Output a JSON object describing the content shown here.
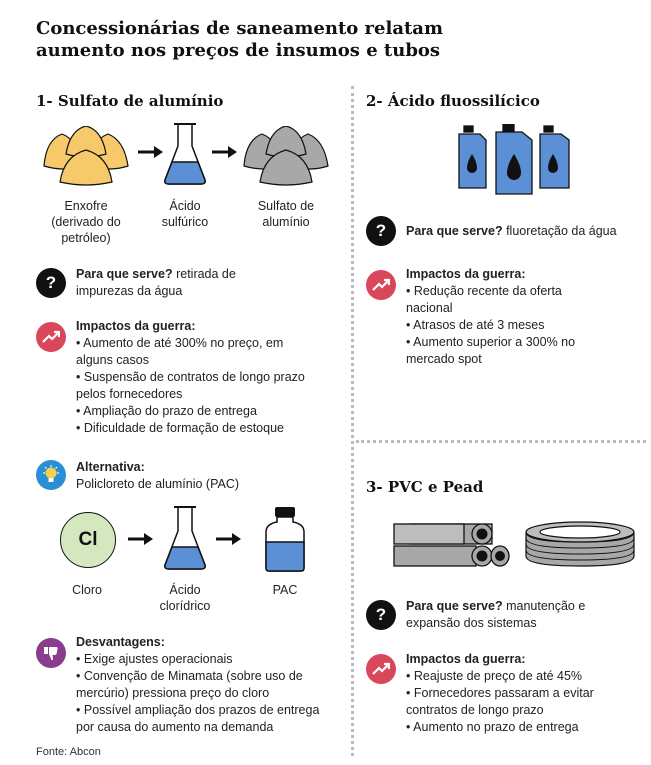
{
  "title": "Concessionárias de saneamento relatam aumento nos preços de insumos e tubos",
  "section1": {
    "heading": "1- Sulfato de alumínio",
    "labels": {
      "enxofre": "Enxofre (derivado do petróleo)",
      "acido": "Ácido sulfúrico",
      "sulfato": "Sulfato de alumínio"
    },
    "para_que_serve_label": "Para que serve?",
    "para_que_serve_text": "retirada de impurezas da água",
    "impactos_title": "Impactos da guerra:",
    "impactos": [
      "Aumento de até 300% no preço, em alguns casos",
      "Suspensão de contratos de longo prazo pelos fornecedores",
      "Ampliação do prazo de entrega",
      "Dificuldade de formação de estoque"
    ],
    "alternativa_title": "Alternativa:",
    "alternativa_text": "Policloreto de alumínio (PAC)",
    "alt_labels": {
      "cloro_symbol": "Cl",
      "cloro": "Cloro",
      "acido": "Ácido clorídrico",
      "pac": "PAC"
    },
    "desvantagens_title": "Desvantagens:",
    "desvantagens": [
      "Exige ajustes operacionais",
      "Convenção de Minamata (sobre uso de mercúrio) pressiona preço do cloro",
      "Possível ampliação dos prazos de entrega por causa do aumento na demanda"
    ]
  },
  "section2": {
    "heading": "2- Ácido fluossilícico",
    "para_que_serve_label": "Para que serve?",
    "para_que_serve_text": "fluoretação da água",
    "impactos_title": "Impactos da guerra:",
    "impactos": [
      "Redução recente da oferta nacional",
      "Atrasos de até 3 meses",
      "Aumento superior a 300% no mercado spot"
    ]
  },
  "section3": {
    "heading": "3- PVC e Pead",
    "para_que_serve_label": "Para que serve?",
    "para_que_serve_text": "manutenção e expansão dos sistemas",
    "impactos_title": "Impactos da guerra:",
    "impactos": [
      "Reajuste de preço de até 45%",
      "Fornecedores passaram a evitar contratos de longo prazo",
      "Aumento no prazo de entrega"
    ]
  },
  "icons": {
    "question": "question-mark-icon",
    "trend": "trend-up-icon",
    "bulb": "lightbulb-icon",
    "thumb": "thumbs-down-icon"
  },
  "colors": {
    "yellow": "#f6c96a",
    "gray": "#a8a8a8",
    "blue": "#5b8fd6",
    "red": "#d8475a",
    "purple": "#8a3d8f"
  },
  "source": "Fonte: Abcon"
}
